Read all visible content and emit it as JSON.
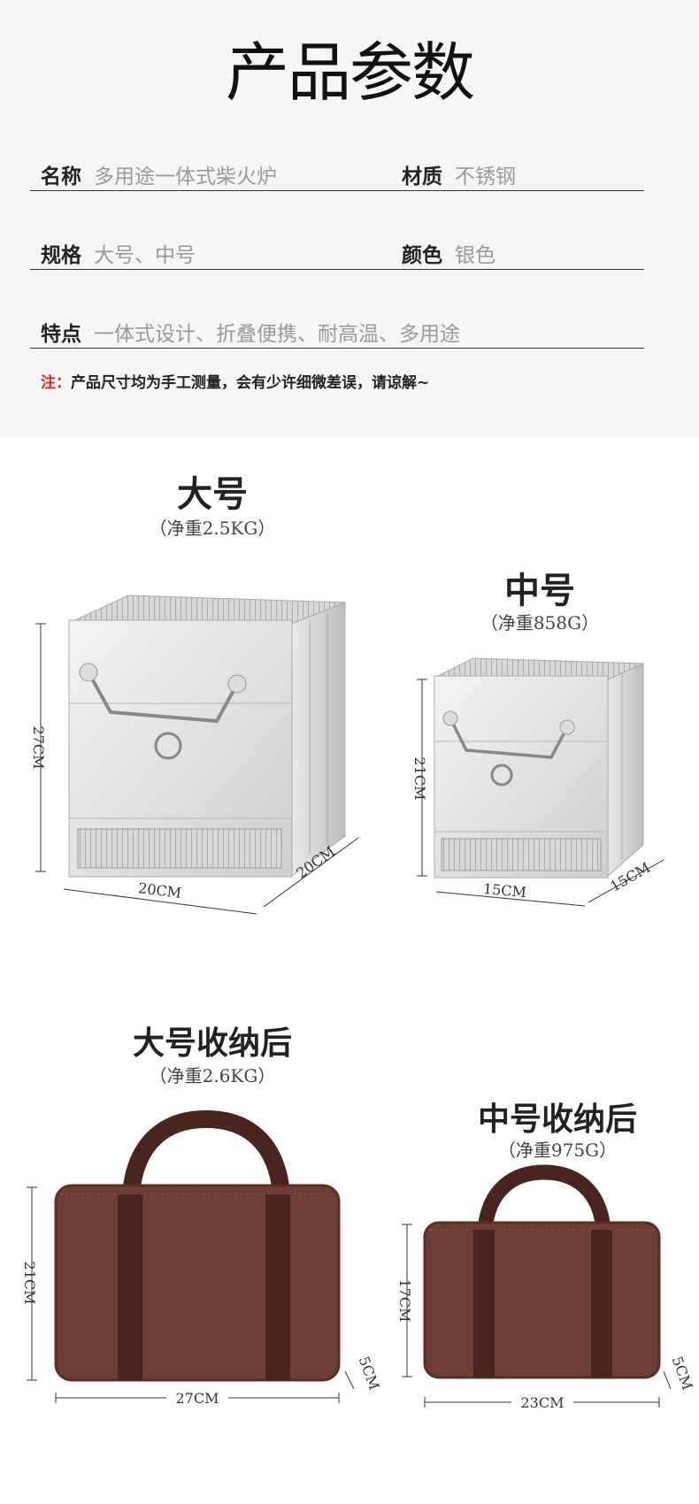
{
  "header": {
    "title": "产品参数"
  },
  "specs": {
    "name": {
      "key": "名称",
      "value": "多用途一体式柴火炉"
    },
    "material": {
      "key": "材质",
      "value": "不锈钢"
    },
    "size": {
      "key": "规格",
      "value": "大号、中号"
    },
    "color": {
      "key": "颜色",
      "value": "银色"
    },
    "feature": {
      "key": "特点",
      "value": "一体式设计、折叠便携、耐高温、多用途"
    }
  },
  "note": {
    "prefix": "注：",
    "text": "产品尺寸均为手工测量，会有少许细微差误，请谅解~"
  },
  "large": {
    "title": "大号",
    "weight": "（净重2.5KG）",
    "height": "27CM",
    "width": "20CM",
    "depth": "20CM"
  },
  "medium": {
    "title": "中号",
    "weight": "（净重858G）",
    "height": "21CM",
    "width": "15CM",
    "depth": "15CM"
  },
  "large_bag": {
    "title": "大号收纳后",
    "weight": "（净重2.6KG）",
    "height": "21CM",
    "width": "27CM",
    "depth": "5CM"
  },
  "medium_bag": {
    "title": "中号收纳后",
    "weight": "（净重975G）",
    "height": "17CM",
    "width": "23CM",
    "depth": "5CM"
  },
  "colors": {
    "bag": "#6e3d34",
    "handle": "#4a2520",
    "steel": "#d9d9d9",
    "accent": "#e2231a"
  }
}
